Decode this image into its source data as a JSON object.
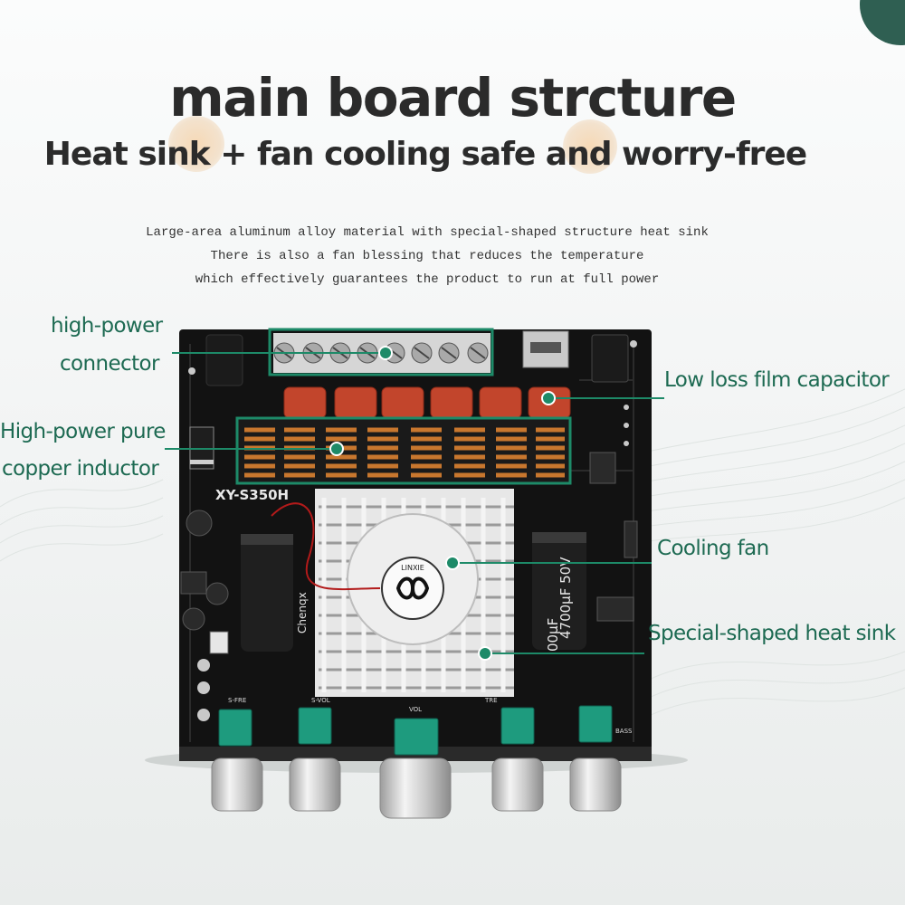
{
  "header": {
    "title": "main board strcture",
    "subtitle": "Heat sink + fan cooling  safe and worry-free"
  },
  "description": {
    "lines": [
      "Large-area aluminum alloy material with special-shaped structure heat sink",
      "There is also a fan blessing that reduces the temperature",
      "which effectively guarantees the product to run at full power"
    ]
  },
  "callouts": {
    "connector_line1": "high-power",
    "connector_line2": "connector",
    "capacitor": "Low loss film capacitor",
    "inductor_line1": "High-power pure",
    "inductor_line2": "copper inductor",
    "fan": "Cooling fan",
    "heatsink": "Special-shaped heat sink"
  },
  "board": {
    "model": "XY-S350H",
    "cap_rating": "4700µF 50V",
    "cap_rating_left": "00µF",
    "cap_brand": "Chenqx",
    "fan_brand": "LINXIE",
    "knob_labels": [
      "S-FRE",
      "S-VOL",
      "VOL",
      "TRE",
      "BASS"
    ]
  },
  "colors": {
    "accent": "#1d8a68",
    "label_text": "#1d6a52",
    "pcb": "#111111",
    "inductor": "#c8772e",
    "film_capacitor": "#c2452c",
    "potentiometer": "#1e9b7e"
  }
}
